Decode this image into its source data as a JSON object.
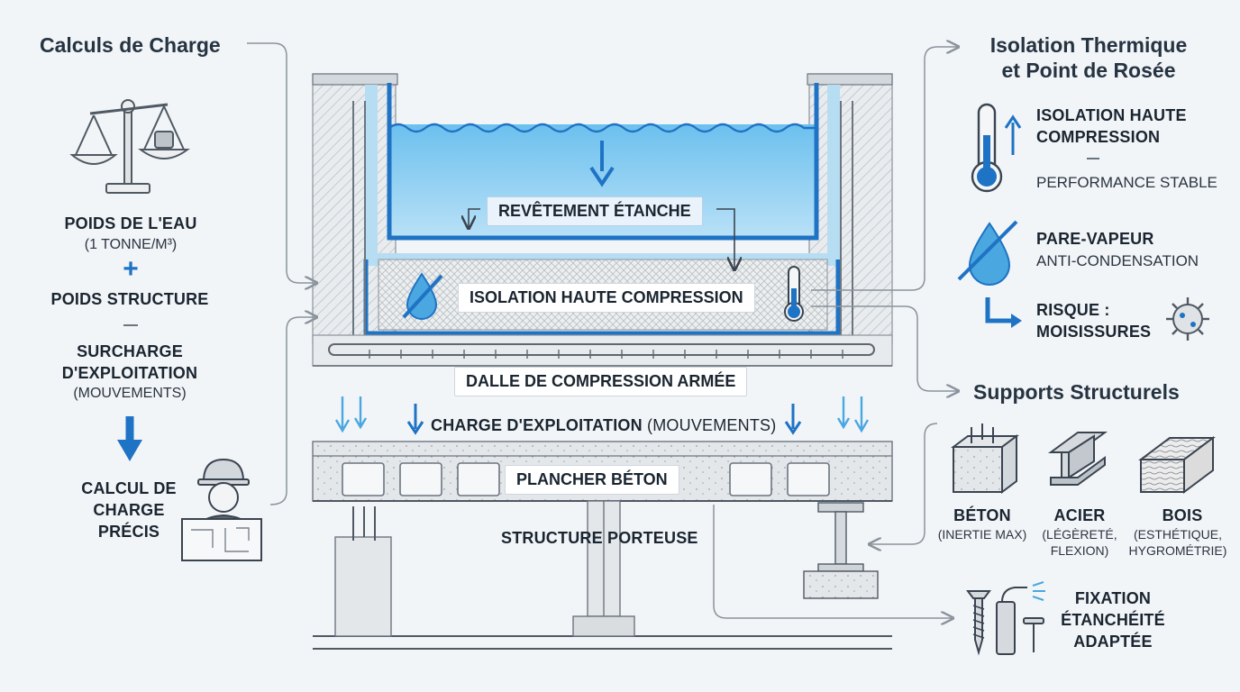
{
  "left_panel": {
    "title": "Calculs de Charge",
    "water_weight": "POIDS DE L'EAU",
    "water_density": "(1 TONNE/M³)",
    "plus_sign": "+",
    "structure_weight": "POIDS STRUCTURE",
    "surcharge_line1": "SURCHARGE",
    "surcharge_line2": "D'EXPLOITATION",
    "surcharge_note": "(MOUVEMENTS)",
    "calc_line1": "CALCUL DE",
    "calc_line2": "CHARGE",
    "calc_line3": "PRÉCIS"
  },
  "center": {
    "revetement": "REVÊTEMENT ÉTANCHE",
    "isolation": "ISOLATION HAUTE COMPRESSION",
    "dalle": "DALLE DE COMPRESSION ARMÉE",
    "charge": "CHARGE D'EXPLOITATION",
    "charge_note": "(MOUVEMENTS)",
    "plancher": "PLANCHER BÉTON",
    "structure": "STRUCTURE PORTEUSE"
  },
  "right_thermal": {
    "title_line1": "Isolation Thermique",
    "title_line2": "et Point de Rosée",
    "iso_line1": "ISOLATION HAUTE",
    "iso_line2": "COMPRESSION",
    "performance": "PERFORMANCE STABLE",
    "pare_vapeur": "PARE-VAPEUR",
    "anti_condensation": "ANTI-CONDENSATION",
    "risque": "RISQUE :",
    "moisissures": "MOISISSURES"
  },
  "right_supports": {
    "title": "Supports Structurels",
    "items": [
      {
        "name": "BÉTON",
        "note1": "(INERTIE MAX)",
        "note2": ""
      },
      {
        "name": "ACIER",
        "note1": "(LÉGÈRETÉ,",
        "note2": "FLEXION)"
      },
      {
        "name": "BOIS",
        "note1": "(ESTHÉTIQUE,",
        "note2": "HYGROMÉTRIE)"
      }
    ],
    "fixation_line1": "FIXATION",
    "fixation_line2": "ÉTANCHÉITÉ",
    "fixation_line3": "ADAPTÉE"
  },
  "colors": {
    "accent_blue": "#1f73c4",
    "water_light": "#a8d6f3",
    "water_mid": "#4aa7e0",
    "ink": "#1f2a36",
    "line_gray": "#8a939c",
    "concrete": "#e3e6e9"
  },
  "icons": {
    "scale": "balance-scale-icon",
    "engineer": "engineer-with-blueprint-icon",
    "thermometer": "thermometer-icon",
    "drop": "water-drop-slashed-icon",
    "mold": "mold-spore-icon",
    "concrete_block": "concrete-block-icon",
    "steel_beam": "steel-i-beam-icon",
    "wood_beam": "wood-beam-icon",
    "screw": "screw-icon",
    "sealant_gun": "sealant-gun-icon",
    "nail": "nail-icon"
  }
}
